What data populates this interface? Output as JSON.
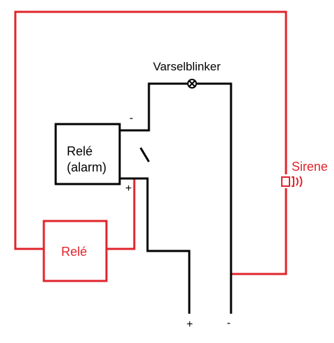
{
  "labels": {
    "warning_light": "Varselblinker",
    "relay_alarm_line1": "Relé",
    "relay_alarm_line2": "(alarm)",
    "relay": "Relé",
    "siren": "Sirene",
    "relay_alarm_minus": "-",
    "relay_alarm_plus": "+",
    "supply_plus": "+",
    "supply_minus": "-"
  },
  "colors": {
    "black_wire": "#000000",
    "red_wire": "#e0242c",
    "label_red": "#e0242c",
    "label_black": "#000000"
  },
  "icons": {
    "lamp": "lamp-symbol-icon",
    "siren": "siren-speaker-icon",
    "switch": "switch-contact-icon"
  }
}
